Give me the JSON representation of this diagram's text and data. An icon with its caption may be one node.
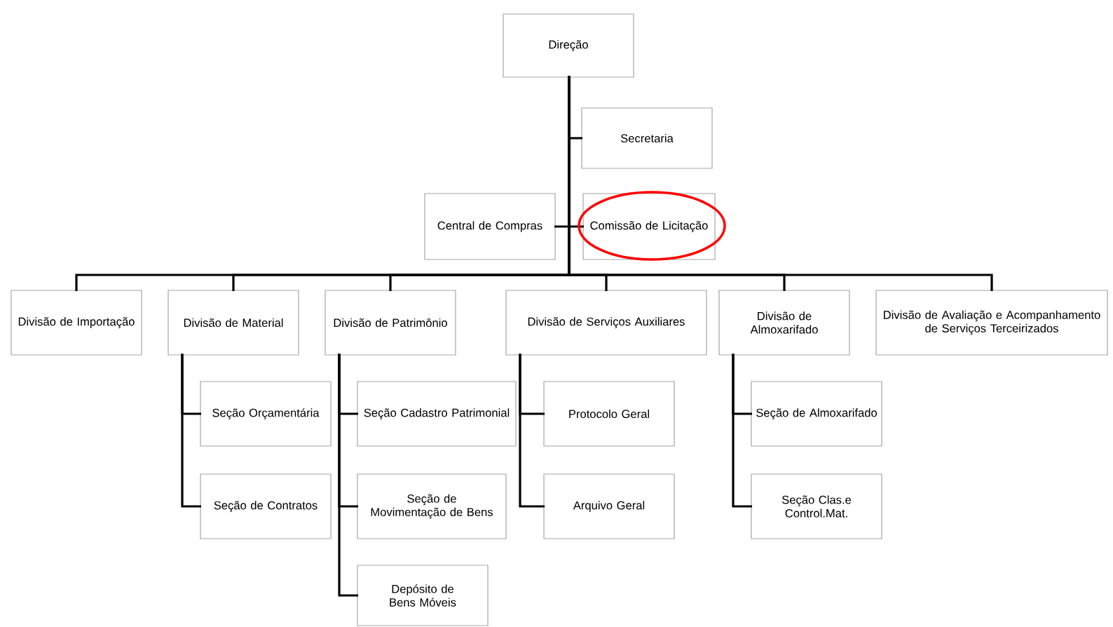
{
  "diagram": {
    "nodes": [
      {
        "text": [
          "Direção"
        ]
      },
      {
        "text": [
          "Secretaria"
        ]
      },
      {
        "text": [
          "Central de Compras"
        ]
      },
      {
        "text": [
          "Comissão de Licitação"
        ]
      },
      {
        "text": [
          "Divisão de Importação"
        ]
      },
      {
        "text": [
          "Divisão de Material"
        ]
      },
      {
        "text": [
          "Divisão de Patrimônio"
        ]
      },
      {
        "text": [
          "Divisão de Serviços Auxiliares"
        ]
      },
      {
        "text": [
          "Divisão de Almoxarifado"
        ]
      },
      {
        "text": [
          "Divisão de Avaliação e Acompanhamento de Serviços Terceirizados"
        ]
      },
      {
        "text": [
          "Seção Orçamentária"
        ]
      },
      {
        "text": [
          "Seção de Contratos"
        ]
      },
      {
        "text": [
          "Seção Cadastro Patrimonial"
        ]
      },
      {
        "text": [
          "Seção de Movimentação de Bens"
        ]
      },
      {
        "text": [
          "Depósito de Bens Móveis"
        ]
      },
      {
        "text": [
          "Protocolo Geral"
        ]
      },
      {
        "text": [
          "Arquivo Geral"
        ]
      },
      {
        "text": [
          "Seção de Almoxarifado"
        ]
      },
      {
        "text": [
          "Seção Clas.e Control.Mat."
        ]
      }
    ],
    "edges": [
      {
        "from": 0,
        "to": 1,
        "arrow": "none"
      },
      {
        "from": 0,
        "to": 2,
        "arrow": "none"
      },
      {
        "from": 0,
        "to": 3,
        "arrow": "none"
      },
      {
        "from": 0,
        "to": 4,
        "arrow": "none"
      },
      {
        "from": 0,
        "to": 5,
        "arrow": "none"
      },
      {
        "from": 0,
        "to": 6,
        "arrow": "none"
      },
      {
        "from": 0,
        "to": 7,
        "arrow": "none"
      },
      {
        "from": 0,
        "to": 8,
        "arrow": "none"
      },
      {
        "from": 0,
        "to": 9,
        "arrow": "none"
      },
      {
        "from": 5,
        "to": 10,
        "arrow": "none"
      },
      {
        "from": 5,
        "to": 11,
        "arrow": "none"
      },
      {
        "from": 6,
        "to": 12,
        "arrow": "none"
      },
      {
        "from": 6,
        "to": 13,
        "arrow": "none"
      },
      {
        "from": 6,
        "to": 14,
        "arrow": "none"
      },
      {
        "from": 7,
        "to": 15,
        "arrow": "none"
      },
      {
        "from": 7,
        "to": 16,
        "arrow": "none"
      },
      {
        "from": 8,
        "to": 17,
        "arrow": "none"
      },
      {
        "from": 8,
        "to": 18,
        "arrow": "none"
      }
    ]
  }
}
